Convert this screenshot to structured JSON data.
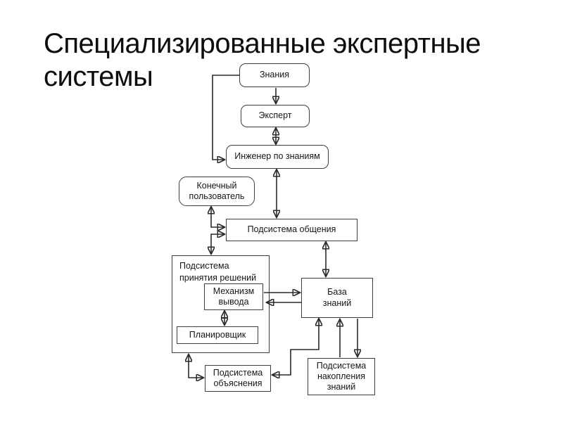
{
  "title": "Специализированные экспертные системы",
  "colors": {
    "background": "#ffffff",
    "line": "#2a2a2a",
    "box_border": "#3f3f3f",
    "text": "#161616"
  },
  "diagram": {
    "nodes": {
      "knowledge": {
        "label": "Знания"
      },
      "expert": {
        "label": "Эксперт"
      },
      "knowledge_engineer": {
        "label": "Инженер по знаниям"
      },
      "end_user": {
        "label": "Конечный пользователь"
      },
      "communication_subsystem": {
        "label": "Подсистема общения"
      },
      "decision_subsystem": {
        "label": "Подсистема принятия решений"
      },
      "inference_mechanism": {
        "label": "Механизм вывода"
      },
      "planner": {
        "label": "Планировщик"
      },
      "knowledge_base": {
        "label": "База знаний"
      },
      "explanation_subsystem": {
        "label": "Подсистема объяснения"
      },
      "knowledge_accumulation_subsystem": {
        "label": "Подсистема накопления знаний"
      }
    }
  }
}
